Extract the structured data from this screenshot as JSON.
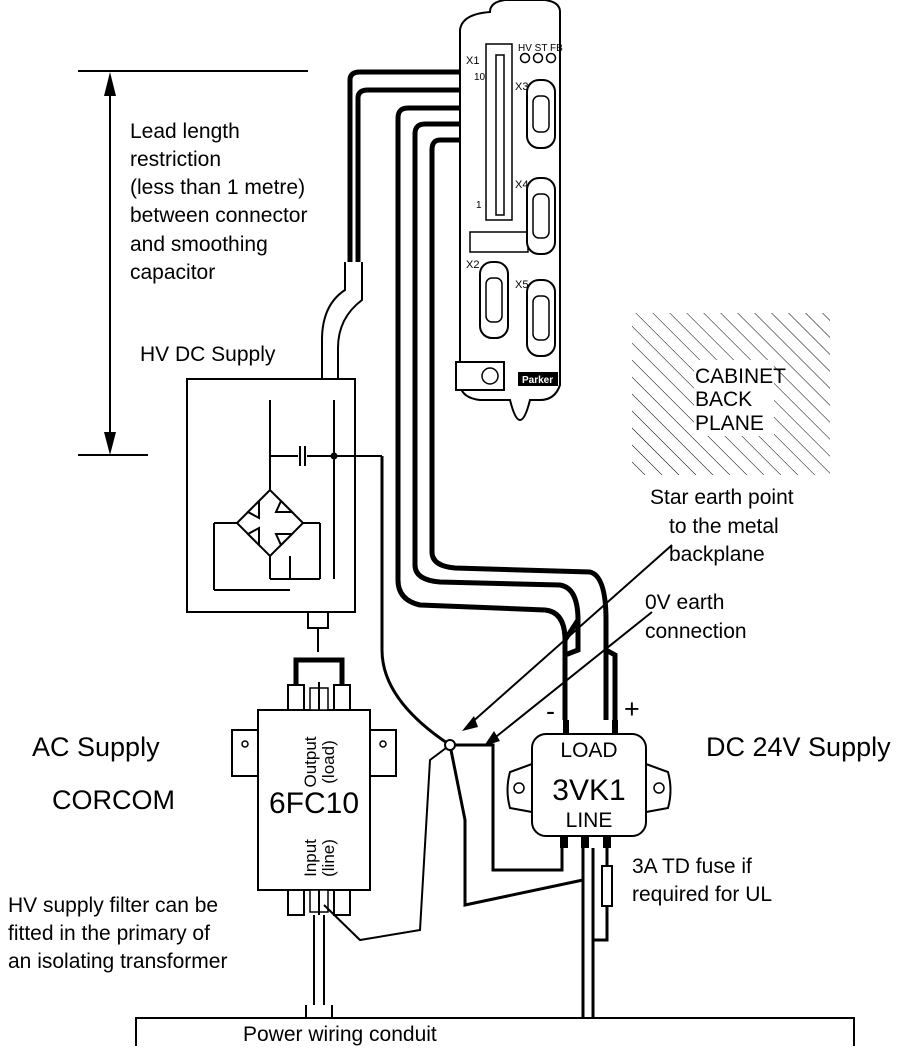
{
  "labels": {
    "lead_line1": "Lead length",
    "lead_line2": "restriction",
    "lead_line3": "(less than 1 metre)",
    "lead_line4": "between connector",
    "lead_line5": "and smoothing",
    "lead_line6": "capacitor",
    "hv_dc_supply": "HV DC Supply",
    "cabinet1": "CABINET",
    "cabinet2": "BACK",
    "cabinet3": "PLANE",
    "star1": "Star earth point",
    "star2": "to the metal",
    "star3": "backplane",
    "zero1": "0V earth",
    "zero2": "connection",
    "ac_supply": "AC Supply",
    "corcom": "CORCOM",
    "dc_supply": "DC 24V Supply",
    "hv_filter1": "HV supply filter can be",
    "hv_filter2": "fitted in the primary of",
    "hv_filter3": "an isolating transformer",
    "fuse1": "3A TD fuse if",
    "fuse2": "required for UL",
    "conduit": "Power wiring conduit"
  },
  "filter": {
    "model": "6FC10",
    "output1": "Output",
    "output2": "(load)",
    "input1": "Input",
    "input2": "(line)"
  },
  "dcsupply": {
    "model": "3VK1",
    "load": "LOAD",
    "line": "LINE",
    "minus": "-",
    "plus": "+"
  },
  "drive": {
    "x1": "X1",
    "x2": "X2",
    "x3": "X3",
    "x4": "X4",
    "x5": "X5",
    "leds": "HV ST FB",
    "pin10": "10",
    "pin1": "1",
    "brand": "Parker"
  }
}
